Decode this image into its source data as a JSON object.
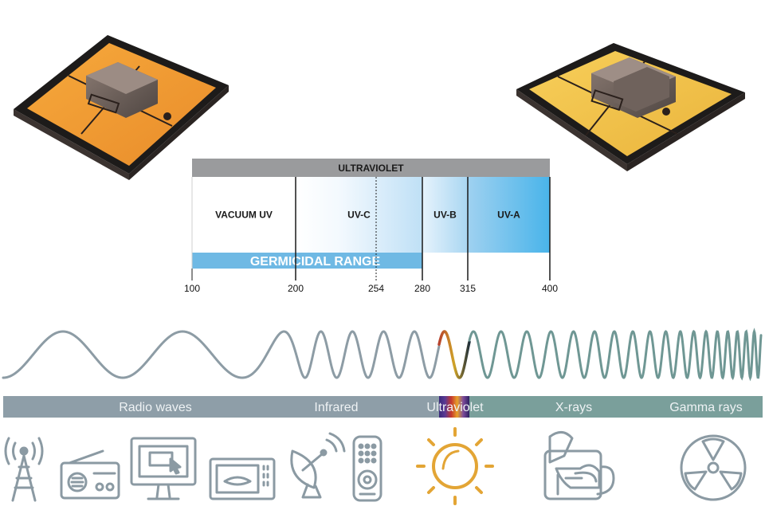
{
  "uv_chart": {
    "header": "ULTRAVIOLET",
    "bands": [
      {
        "label": "VACUUM UV",
        "from": 100,
        "to": 200
      },
      {
        "label": "UV-C",
        "from": 200,
        "to": 280
      },
      {
        "label": "UV-B",
        "from": 280,
        "to": 315
      },
      {
        "label": "UV-A",
        "from": 315,
        "to": 400
      }
    ],
    "germicidal": {
      "label": "GERMICIDAL RANGE",
      "from": 100,
      "to": 280
    },
    "ticks": [
      {
        "value": 100,
        "label": "100"
      },
      {
        "value": 200,
        "label": "200"
      },
      {
        "value": 254,
        "label": "254"
      },
      {
        "value": 280,
        "label": "280"
      },
      {
        "value": 315,
        "label": "315"
      },
      {
        "value": 400,
        "label": "400"
      }
    ],
    "dashed_marker": 254
  },
  "spectrum": {
    "regions": [
      {
        "label": "Radio waves",
        "icons": [
          "radio-tower-icon",
          "radio-icon",
          "monitor-icon",
          "microwave-icon"
        ]
      },
      {
        "label": "Infrared",
        "icons": [
          "satellite-dish-icon",
          "remote-control-icon"
        ]
      },
      {
        "label": "Ultraviolet",
        "icons": [
          "sun-icon"
        ]
      },
      {
        "label": "X-rays",
        "icons": [
          "xray-arm-icon"
        ]
      },
      {
        "label": "Gamma rays",
        "icons": [
          "radiation-icon"
        ]
      }
    ],
    "colors": {
      "bar": "#8e9ea8",
      "bar_high": "#7a9f9b",
      "wave": "#8d9ca5",
      "wave_high": "#6f9794",
      "icon": "#8b9aa3",
      "sun": "#e3a535"
    }
  },
  "devices": [
    "uv-led-chip-left",
    "uv-led-chip-right"
  ]
}
